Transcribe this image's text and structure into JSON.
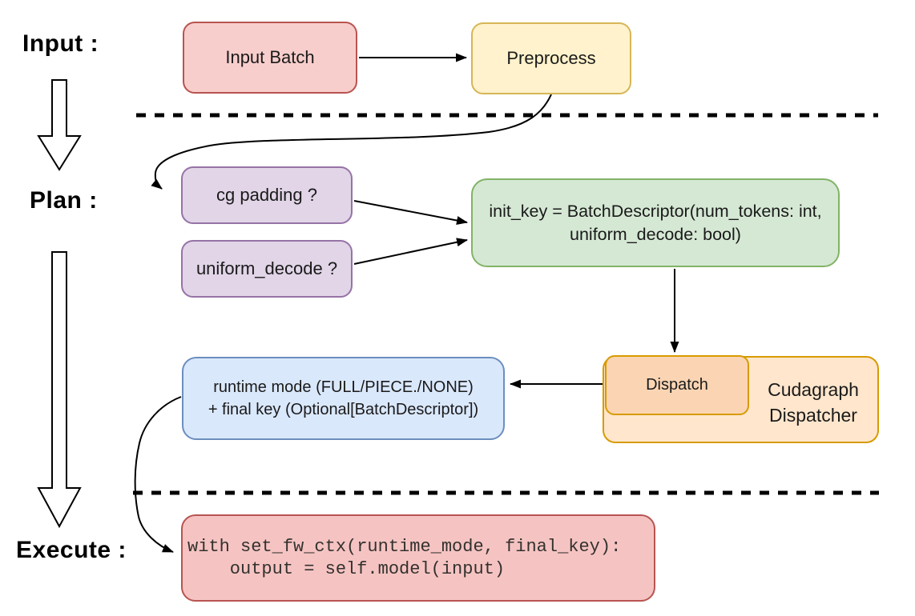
{
  "sections": {
    "input_label": "Input :",
    "plan_label": "Plan :",
    "execute_label": "Execute :"
  },
  "nodes": {
    "input_batch": {
      "label": "Input Batch"
    },
    "preprocess": {
      "label": "Preprocess"
    },
    "cg_padding": {
      "label": "cg padding ?"
    },
    "uniform_decode": {
      "label": "uniform_decode ?"
    },
    "init_key": {
      "line1": "init_key = BatchDescriptor(num_tokens: int,",
      "line2": "uniform_decode: bool)"
    },
    "runtime_mode": {
      "line1": "runtime mode (FULL/PIECE./NONE)",
      "line2": "+ final key (Optional[BatchDescriptor])"
    },
    "dispatch": {
      "label": "Dispatch"
    },
    "cudagraph_dispatcher": {
      "line1": "Cudagraph",
      "line2": "Dispatcher"
    },
    "execute_code": {
      "line1": "with set_fw_ctx(runtime_mode, final_key):",
      "line2": "    output = self.model(input)"
    }
  },
  "colors": {
    "red_fill": "#f8cecc",
    "red_stroke": "#b85450",
    "yellow_fill": "#fff2cc",
    "yellow_stroke": "#d6b656",
    "purple_fill": "#e1d5e7",
    "purple_stroke": "#9673a6",
    "green_fill": "#d5e8d4",
    "green_stroke": "#82b366",
    "blue_fill": "#dae8fc",
    "blue_stroke": "#6c8ebf",
    "orange_outer_fill": "#ffe6cc",
    "orange_inner_fill": "#fbd5b3",
    "orange_stroke": "#d79b00",
    "code_fill": "#f5c4c2",
    "connector": "#000000"
  }
}
